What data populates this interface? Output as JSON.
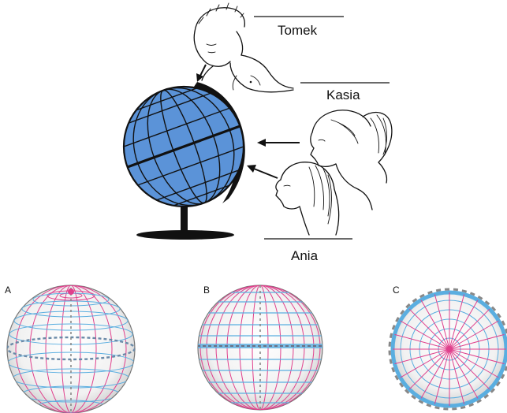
{
  "names": {
    "tomek": "Tomek",
    "kasia": "Kasia",
    "ania": "Ania"
  },
  "options": [
    {
      "letter": "A",
      "view": "north-pole-tilted"
    },
    {
      "letter": "B",
      "view": "equatorial"
    },
    {
      "letter": "C",
      "view": "polar"
    }
  ],
  "colors": {
    "globe_blue": "#5b93d8",
    "meridian_pink": "#e0408c",
    "parallel_blue": "#5aaee0",
    "ink": "#111111"
  }
}
